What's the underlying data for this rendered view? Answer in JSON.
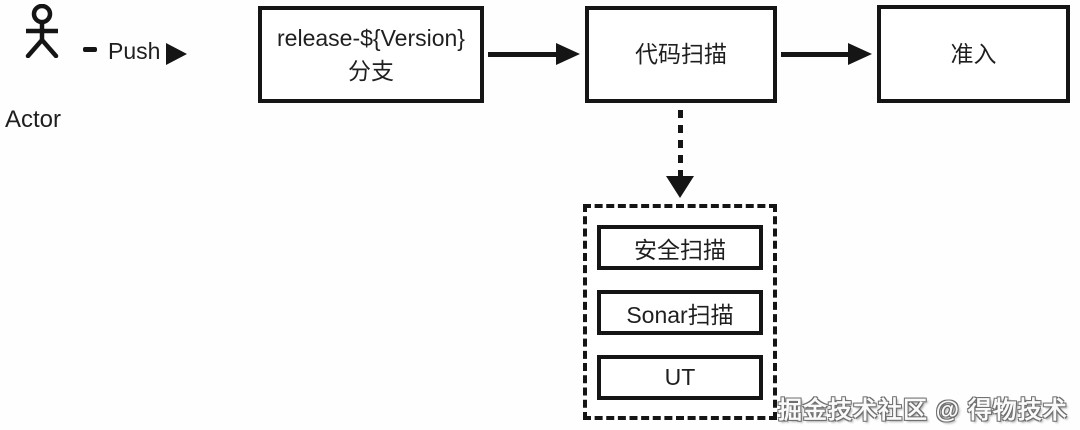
{
  "colors": {
    "background": "#fefefe",
    "line": "#151515",
    "text": "#1f1f1f"
  },
  "actor": {
    "label": "Actor"
  },
  "push_edge": {
    "label": "Push"
  },
  "flow_nodes": {
    "release_branch": {
      "label": "release-${Version}分支"
    },
    "code_scan": {
      "label": "代码扫描"
    },
    "admission": {
      "label": "准入"
    }
  },
  "scan_group": {
    "items": [
      {
        "label": "安全扫描"
      },
      {
        "label": "Sonar扫描"
      },
      {
        "label": "UT"
      }
    ]
  },
  "watermark": {
    "text": "掘金技术社区 @ 得物技术"
  }
}
